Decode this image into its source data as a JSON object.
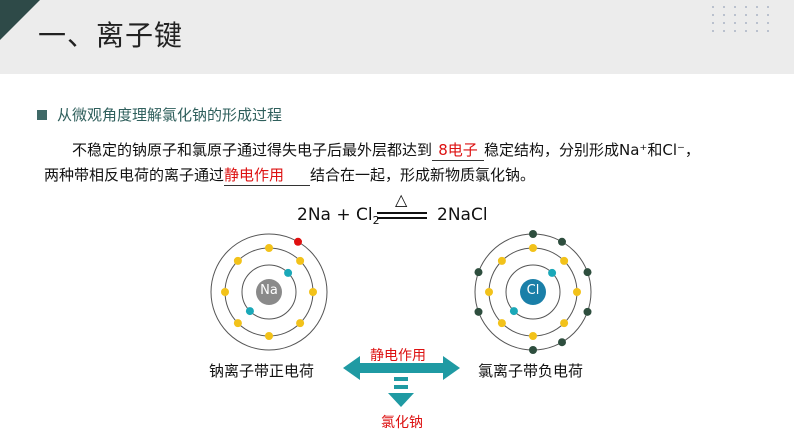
{
  "header": {
    "title": "一、离子键"
  },
  "section": {
    "title": "从微观角度理解氯化钠的形成过程"
  },
  "paragraph": {
    "line1_a": "不稳定的钠原子和氯原子通过得失电子后最外层都达到",
    "blank1": "8电子",
    "line1_b": "稳定结构，分别形成Na⁺和Cl⁻，",
    "line2_a": "两种带相反电荷的离子通过",
    "blank2": "静电作用",
    "line2_b": "结合在一起，形成新物质氯化钠。"
  },
  "equation": {
    "left": "2Na + Cl",
    "subscript": "2",
    "right": "2NaCl",
    "condition": "△"
  },
  "sodium": {
    "nucleus": "Na",
    "caption": "钠离子带正电荷"
  },
  "chlorine": {
    "nucleus": "Cl",
    "caption": "氯离子带负电荷"
  },
  "arrow": {
    "label": "静电作用"
  },
  "product": {
    "label": "氯化钠"
  },
  "colors": {
    "header_accent": "#2e4a48",
    "section": "#2f5f5c",
    "arrow": "#1f9aa3",
    "red": "#d11111",
    "electron_yellow": "#f2c21a",
    "electron_teal": "#1aa8b8",
    "electron_dark": "#2e4e3e",
    "electron_red": "#e01010"
  }
}
